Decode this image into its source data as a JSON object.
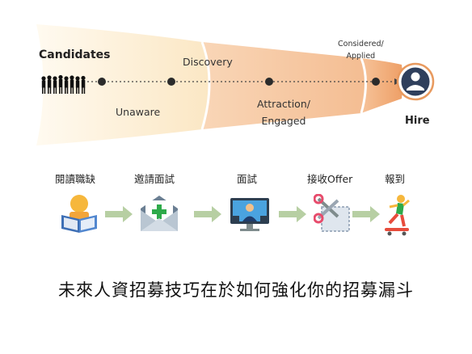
{
  "funnel": {
    "candidates_label": "Candidates",
    "discovery_label": "Discovery",
    "unaware_label": "Unaware",
    "considered_line1": "Considered/",
    "considered_line2": "Applied",
    "attraction_line1": "Attraction/",
    "attraction_line2": "Engaged",
    "hire_label": "Hire",
    "colors": {
      "stage1": "#fdf1d6",
      "stage2": "#f6c7a1",
      "stage3": "#f1ae7b",
      "hire_ring": "#2f3f5c"
    }
  },
  "steps": [
    {
      "label": "閱讀職缺",
      "icon": "reading-person-icon"
    },
    {
      "label": "邀請面試",
      "icon": "envelope-plus-icon"
    },
    {
      "label": "面試",
      "icon": "video-call-monitor-icon"
    },
    {
      "label": "接收Offer",
      "icon": "scissors-coupon-icon"
    },
    {
      "label": "報到",
      "icon": "skateboarder-icon"
    }
  ],
  "caption": "未來人資招募技巧在於如何強化你的招募漏斗"
}
